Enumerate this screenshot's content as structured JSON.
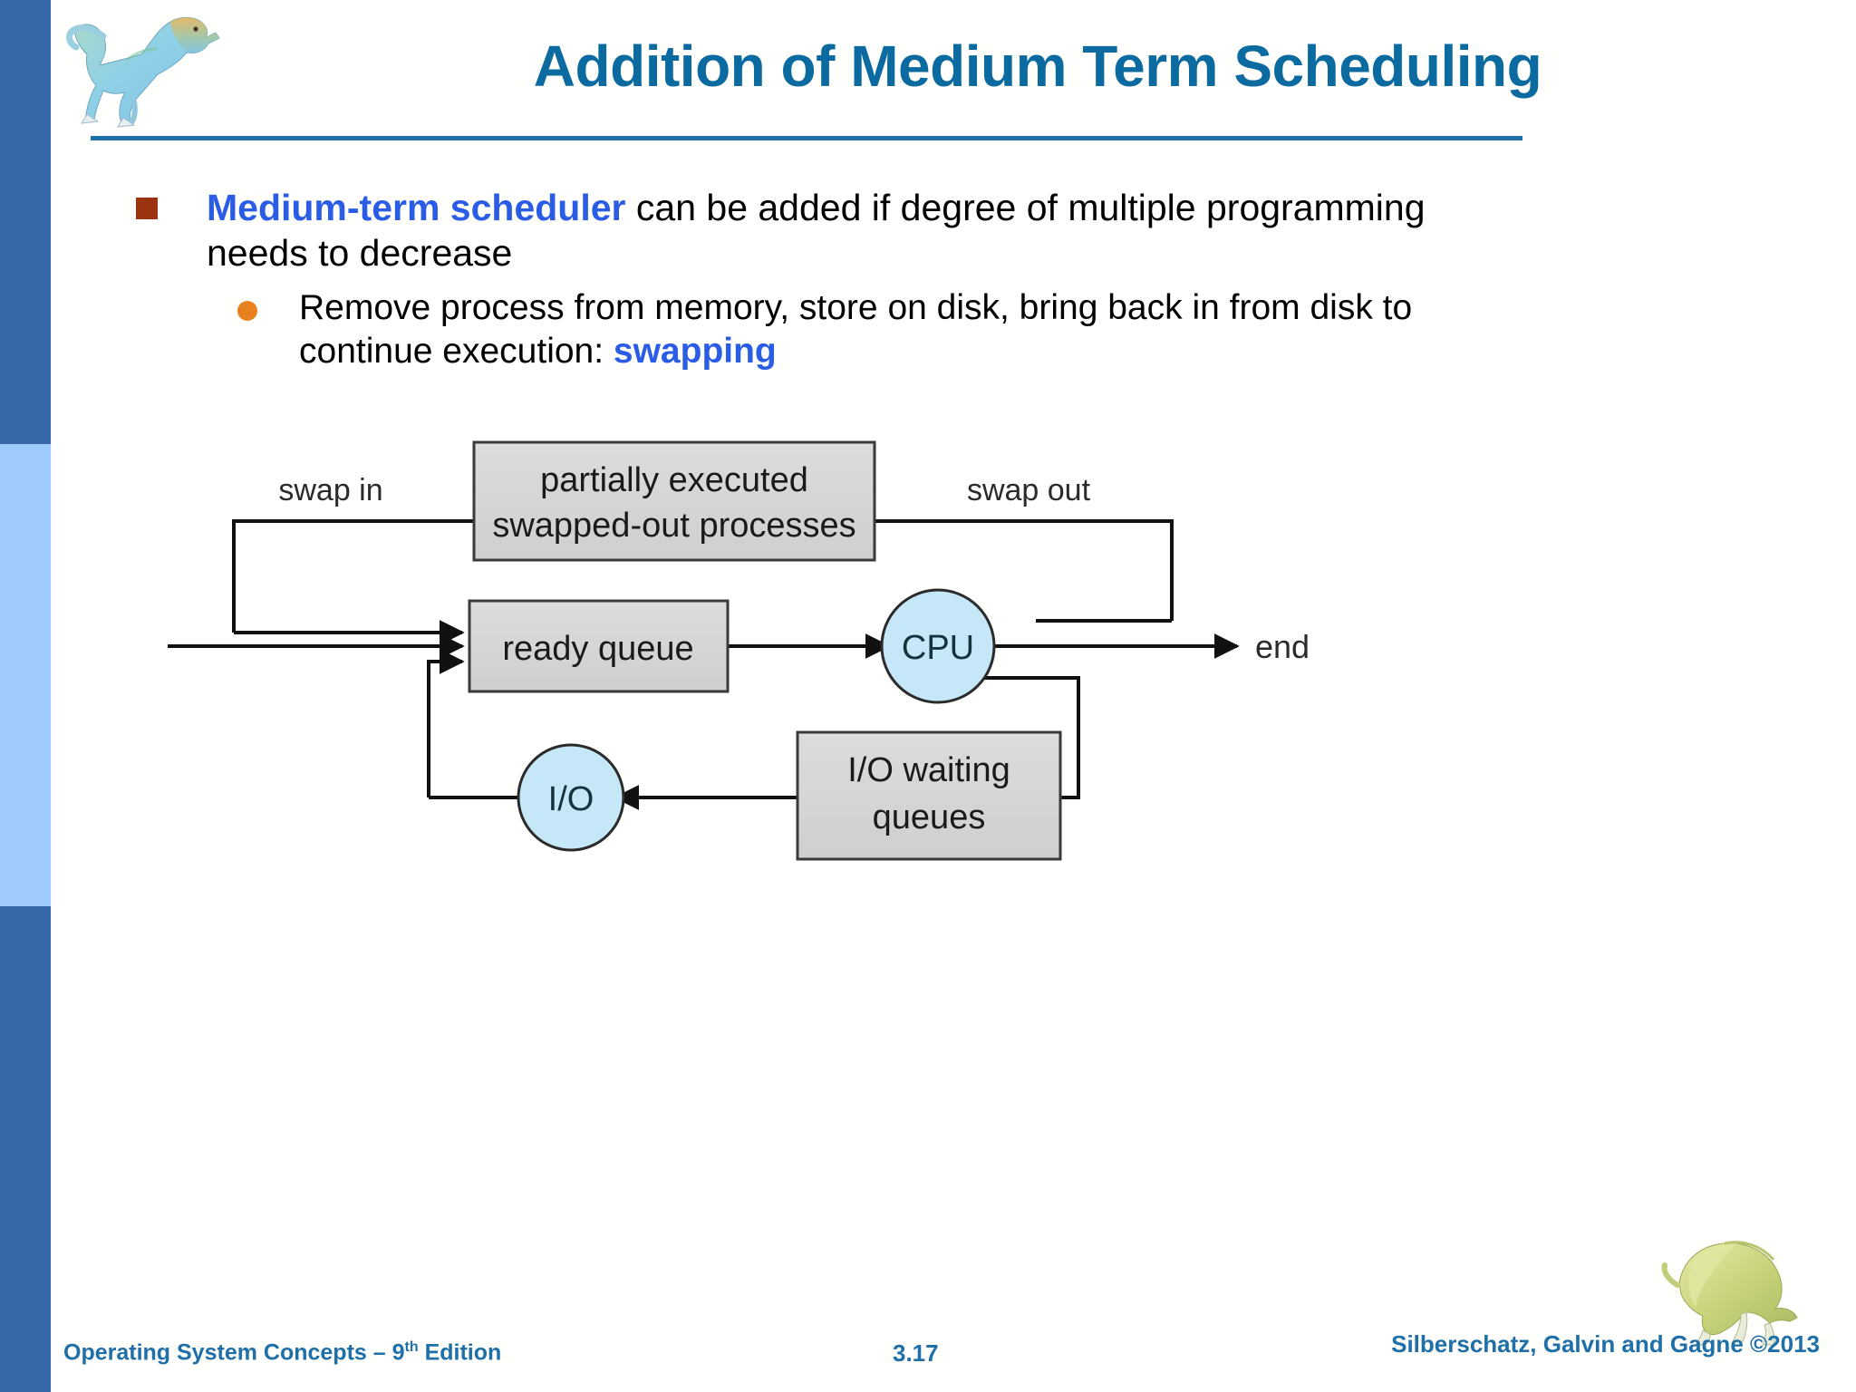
{
  "slide": {
    "title": "Addition of Medium Term Scheduling",
    "bullets": [
      {
        "marker": "square-marker",
        "marker_color": "#9c3310",
        "segments": [
          {
            "text": "Medium-term scheduler",
            "style": "highlight"
          },
          {
            "text": "  can be added if degree of multiple programming needs to decrease",
            "style": "normal"
          }
        ]
      },
      {
        "marker": "dot-marker",
        "marker_color": "#e8821e",
        "segments": [
          {
            "text": "Remove process from memory, store on disk, bring back in from disk to continue execution: ",
            "style": "normal"
          },
          {
            "text": "swapping",
            "style": "highlight"
          }
        ]
      }
    ]
  },
  "diagram": {
    "type": "flowchart",
    "nodes": [
      {
        "id": "swapped",
        "label_line1": "partially executed",
        "label_line2": "swapped-out processes",
        "shape": "rect",
        "fill": "#d2d2d2"
      },
      {
        "id": "ready",
        "label_line1": "ready queue",
        "label_line2": "",
        "shape": "rect",
        "fill": "#d2d2d2"
      },
      {
        "id": "cpu",
        "label_line1": "CPU",
        "label_line2": "",
        "shape": "circle",
        "fill": "#c6e7f7"
      },
      {
        "id": "io",
        "label_line1": "I/O",
        "label_line2": "",
        "shape": "circle",
        "fill": "#c6e7f7"
      },
      {
        "id": "iowait",
        "label_line1": "I/O waiting",
        "label_line2": "queues",
        "shape": "rect",
        "fill": "#d2d2d2"
      }
    ],
    "edge_labels": {
      "swap_in": "swap in",
      "swap_out": "swap out",
      "end": "end"
    }
  },
  "footer": {
    "left_prefix": "Operating System Concepts – 9",
    "left_sup": "th",
    "left_suffix": " Edition",
    "page": "3.17",
    "right": "Silberschatz, Galvin and Gagne ©2013"
  },
  "colors": {
    "title": "#0b6ba0",
    "highlight": "#2b5ce6",
    "rail_dark": "#3769a8",
    "rail_light": "#9ecbfb",
    "footer": "#1f6fa8"
  }
}
